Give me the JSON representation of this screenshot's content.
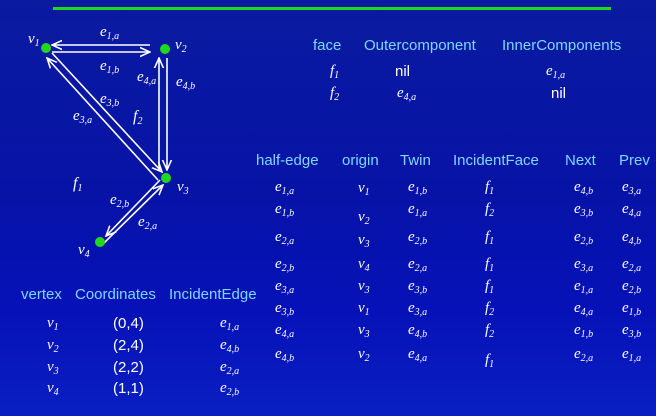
{
  "colors": {
    "background": "#0713a6",
    "rule": "#22d81f",
    "header": "#7ed8ff",
    "vertex": "#22d81f",
    "edge": "#ffffff"
  },
  "graph": {
    "vertices": [
      {
        "name": "v",
        "sub": "1"
      },
      {
        "name": "v",
        "sub": "2"
      },
      {
        "name": "v",
        "sub": "3"
      },
      {
        "name": "v",
        "sub": "4"
      }
    ],
    "edges": [
      {
        "name": "e",
        "sub": "1,a"
      },
      {
        "name": "e",
        "sub": "1,b"
      },
      {
        "name": "e",
        "sub": "4,a"
      },
      {
        "name": "e",
        "sub": "4,b"
      },
      {
        "name": "e",
        "sub": "3,b"
      },
      {
        "name": "e",
        "sub": "3,a"
      },
      {
        "name": "e",
        "sub": "2,b"
      },
      {
        "name": "e",
        "sub": "2,a"
      }
    ],
    "faces": [
      {
        "name": "f",
        "sub": "2"
      },
      {
        "name": "f",
        "sub": "1"
      }
    ]
  },
  "face_table": {
    "headers": [
      "face",
      "Outercomponent",
      "InnerComponents"
    ],
    "rows": [
      {
        "face": {
          "name": "f",
          "sub": "1"
        },
        "outer": "nil",
        "inner": {
          "name": "e",
          "sub": "1,a"
        }
      },
      {
        "face": {
          "name": "f",
          "sub": "2"
        },
        "outer": {
          "name": "e",
          "sub": "4,a"
        },
        "inner": "nil"
      }
    ]
  },
  "halfedge_table": {
    "headers": [
      "half-edge",
      "origin",
      "Twin",
      "IncidentFace",
      "Next",
      "Prev"
    ],
    "rows": [
      [
        {
          "n": "e",
          "s": "1,a"
        },
        {
          "n": "v",
          "s": "1"
        },
        {
          "n": "e",
          "s": "1,b"
        },
        {
          "n": "f",
          "s": "1"
        },
        {
          "n": "e",
          "s": "4,b"
        },
        {
          "n": "e",
          "s": "3,a"
        }
      ],
      [
        {
          "n": "e",
          "s": "1,b"
        },
        {
          "n": "v",
          "s": "2"
        },
        {
          "n": "e",
          "s": "1,a"
        },
        {
          "n": "f",
          "s": "2"
        },
        {
          "n": "e",
          "s": "3,b"
        },
        {
          "n": "e",
          "s": "4,a"
        }
      ],
      [
        {
          "n": "e",
          "s": "2,a"
        },
        {
          "n": "v",
          "s": "3"
        },
        {
          "n": "e",
          "s": "2,b"
        },
        {
          "n": "f",
          "s": "1"
        },
        {
          "n": "e",
          "s": "2,b"
        },
        {
          "n": "e",
          "s": "4,b"
        }
      ],
      [
        {
          "n": "e",
          "s": "2,b"
        },
        {
          "n": "v",
          "s": "4"
        },
        {
          "n": "e",
          "s": "2,a"
        },
        {
          "n": "f",
          "s": "1"
        },
        {
          "n": "e",
          "s": "3,a"
        },
        {
          "n": "e",
          "s": "2,a"
        }
      ],
      [
        {
          "n": "e",
          "s": "3,a"
        },
        {
          "n": "v",
          "s": "3"
        },
        {
          "n": "e",
          "s": "3,b"
        },
        {
          "n": "f",
          "s": "1"
        },
        {
          "n": "e",
          "s": "1,a"
        },
        {
          "n": "e",
          "s": "2,b"
        }
      ],
      [
        {
          "n": "e",
          "s": "3,b"
        },
        {
          "n": "v",
          "s": "1"
        },
        {
          "n": "e",
          "s": "3,a"
        },
        {
          "n": "f",
          "s": "2"
        },
        {
          "n": "e",
          "s": "4,a"
        },
        {
          "n": "e",
          "s": "1,b"
        }
      ],
      [
        {
          "n": "e",
          "s": "4,a"
        },
        {
          "n": "v",
          "s": "3"
        },
        {
          "n": "e",
          "s": "4,b"
        },
        {
          "n": "f",
          "s": "2"
        },
        {
          "n": "e",
          "s": "1,b"
        },
        {
          "n": "e",
          "s": "3,b"
        }
      ],
      [
        {
          "n": "e",
          "s": "4,b"
        },
        {
          "n": "v",
          "s": "2"
        },
        {
          "n": "e",
          "s": "4,a"
        },
        {
          "n": "f",
          "s": "1"
        },
        {
          "n": "e",
          "s": "2,a"
        },
        {
          "n": "e",
          "s": "1,a"
        }
      ]
    ]
  },
  "vertex_table": {
    "headers": [
      "vertex",
      "Coordinates",
      "IncidentEdge"
    ],
    "rows": [
      {
        "vertex": {
          "n": "v",
          "s": "1"
        },
        "coords": "(0,4)",
        "edge": {
          "n": "e",
          "s": "1,a"
        }
      },
      {
        "vertex": {
          "n": "v",
          "s": "2"
        },
        "coords": "(2,4)",
        "edge": {
          "n": "e",
          "s": "4,b"
        }
      },
      {
        "vertex": {
          "n": "v",
          "s": "3"
        },
        "coords": "(2,2)",
        "edge": {
          "n": "e",
          "s": "2,a"
        }
      },
      {
        "vertex": {
          "n": "v",
          "s": "4"
        },
        "coords": "(1,1)",
        "edge": {
          "n": "e",
          "s": "2,b"
        }
      }
    ]
  }
}
